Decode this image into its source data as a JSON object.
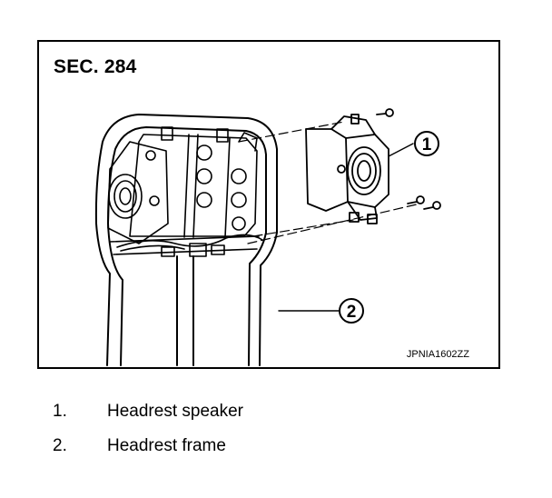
{
  "figure": {
    "section_label": "SEC. 284",
    "figure_code": "JPNIA1602ZZ",
    "callouts": [
      "1",
      "2"
    ]
  },
  "legend": {
    "items": [
      {
        "number": "1.",
        "label": "Headrest speaker"
      },
      {
        "number": "2.",
        "label": "Headrest frame"
      }
    ]
  }
}
